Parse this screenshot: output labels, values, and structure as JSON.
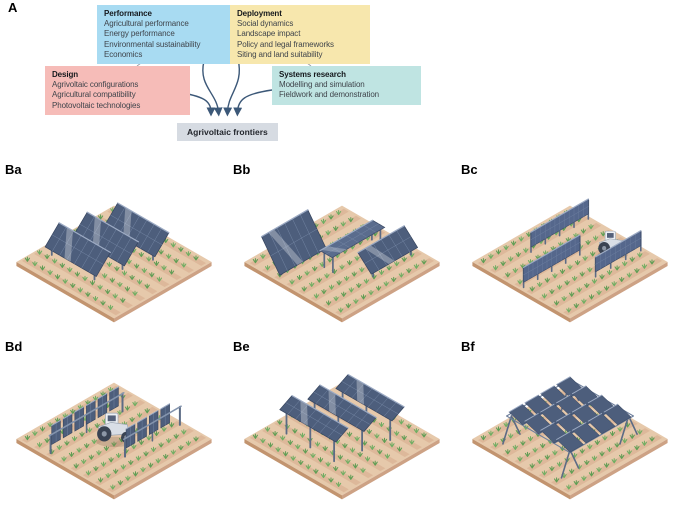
{
  "figure": {
    "panel_a": {
      "label": "A",
      "boxes": [
        {
          "title": "Performance",
          "items": [
            "Agricultural performance",
            "Energy performance",
            "Environmental sustainability",
            "Economics"
          ],
          "color": "#a8dbf2"
        },
        {
          "title": "Deployment",
          "items": [
            "Social dynamics",
            "Landscape impact",
            "Policy and legal frameworks",
            "Siting and land suitability"
          ],
          "color": "#f7e7ad"
        },
        {
          "title": "Design",
          "items": [
            "Agrivoltaic configurations",
            "Agricultural compatibility",
            "Photovoltaic technologies"
          ],
          "color": "#f6bcb8"
        },
        {
          "title": "Systems research",
          "items": [
            "Modelling and simulation",
            "Fieldwork and demonstration"
          ],
          "color": "#bfe4e2"
        }
      ],
      "target": {
        "label": "Agrivoltaic frontiers",
        "color": "#d6dbe2"
      },
      "arrow_color": "#3c5878",
      "connector_color": "#9aa0a8"
    },
    "panel_b": {
      "panels": [
        {
          "label": "Ba",
          "illustration": "tilted-panel-rows"
        },
        {
          "label": "Bb",
          "illustration": "mixed-tilt-panels"
        },
        {
          "label": "Bc",
          "illustration": "vertical-panel-fences-with-tractor"
        },
        {
          "label": "Bd",
          "illustration": "vertical-tracker-rows-with-tractor"
        },
        {
          "label": "Be",
          "illustration": "elevated-panel-rows"
        },
        {
          "label": "Bf",
          "illustration": "elevated-panel-grid"
        }
      ]
    }
  }
}
